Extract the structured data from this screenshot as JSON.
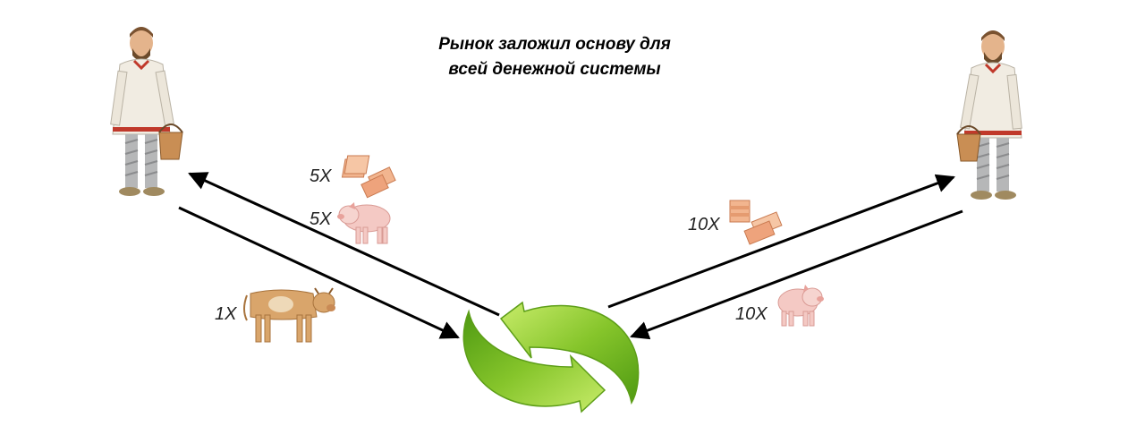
{
  "title": {
    "line1": "Рынок заложил основу для",
    "line2": "всей денежной системы"
  },
  "labels": {
    "left_plates": "5X",
    "left_pig": "5X",
    "left_cow": "1X",
    "right_plates": "10X",
    "right_pig": "10X"
  },
  "icons": {
    "people": "peasant-figure",
    "exchange": "green-exchange-arrows",
    "goods": [
      "copper-plates",
      "pig",
      "cow"
    ]
  },
  "colors": {
    "exchange_green": "#7dc12a",
    "arrow": "#000000",
    "copper": "#e8a07a",
    "pig": "#f4c9c4",
    "cow": "#d9a56b"
  }
}
